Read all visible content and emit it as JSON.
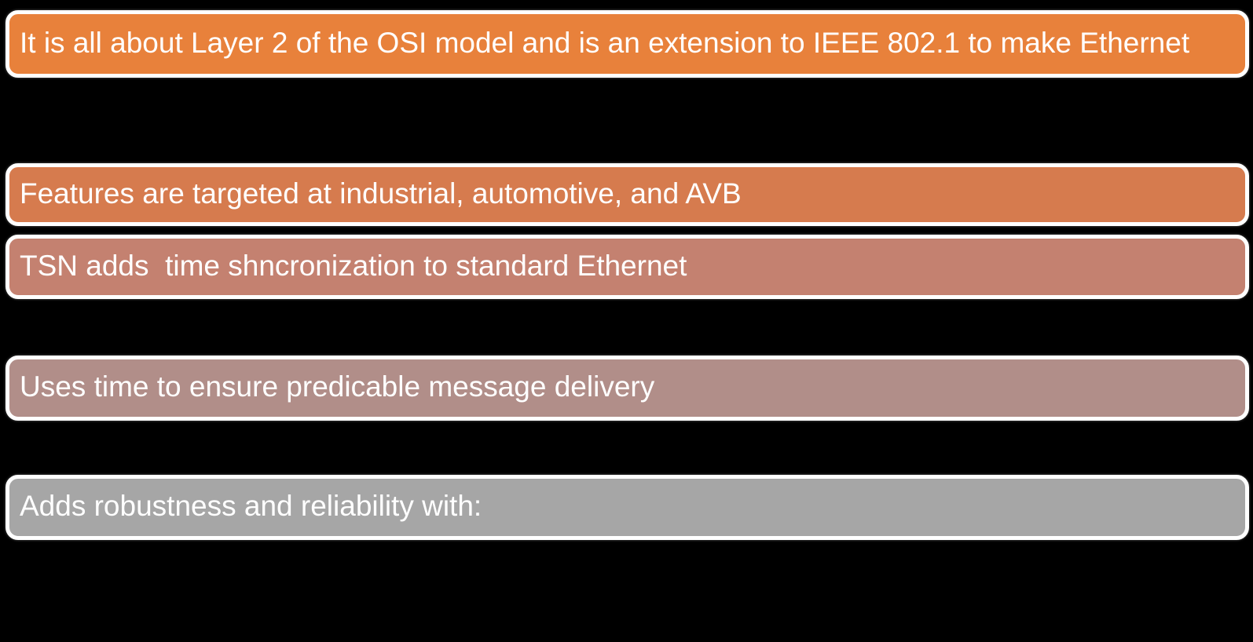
{
  "slide": {
    "background_color": "#000000",
    "border_color": "#FFFFFF",
    "text_color": "#FFFFFF"
  },
  "bars": [
    {
      "label": "It is all about Layer 2 of the OSI model and is an extension to IEEE 802.1 to make Ethernet",
      "color": "#E8813B"
    },
    {
      "label": "Features are targeted at industrial, automotive, and AVB",
      "color": "#D67B4E"
    },
    {
      "label": "TSN adds  time shncronization to standard Ethernet",
      "color": "#C48170"
    },
    {
      "label": "Uses time to ensure predicable message delivery",
      "color": "#B18E89"
    },
    {
      "label": "Adds robustness and reliability with:",
      "color": "#A6A6A6"
    }
  ]
}
